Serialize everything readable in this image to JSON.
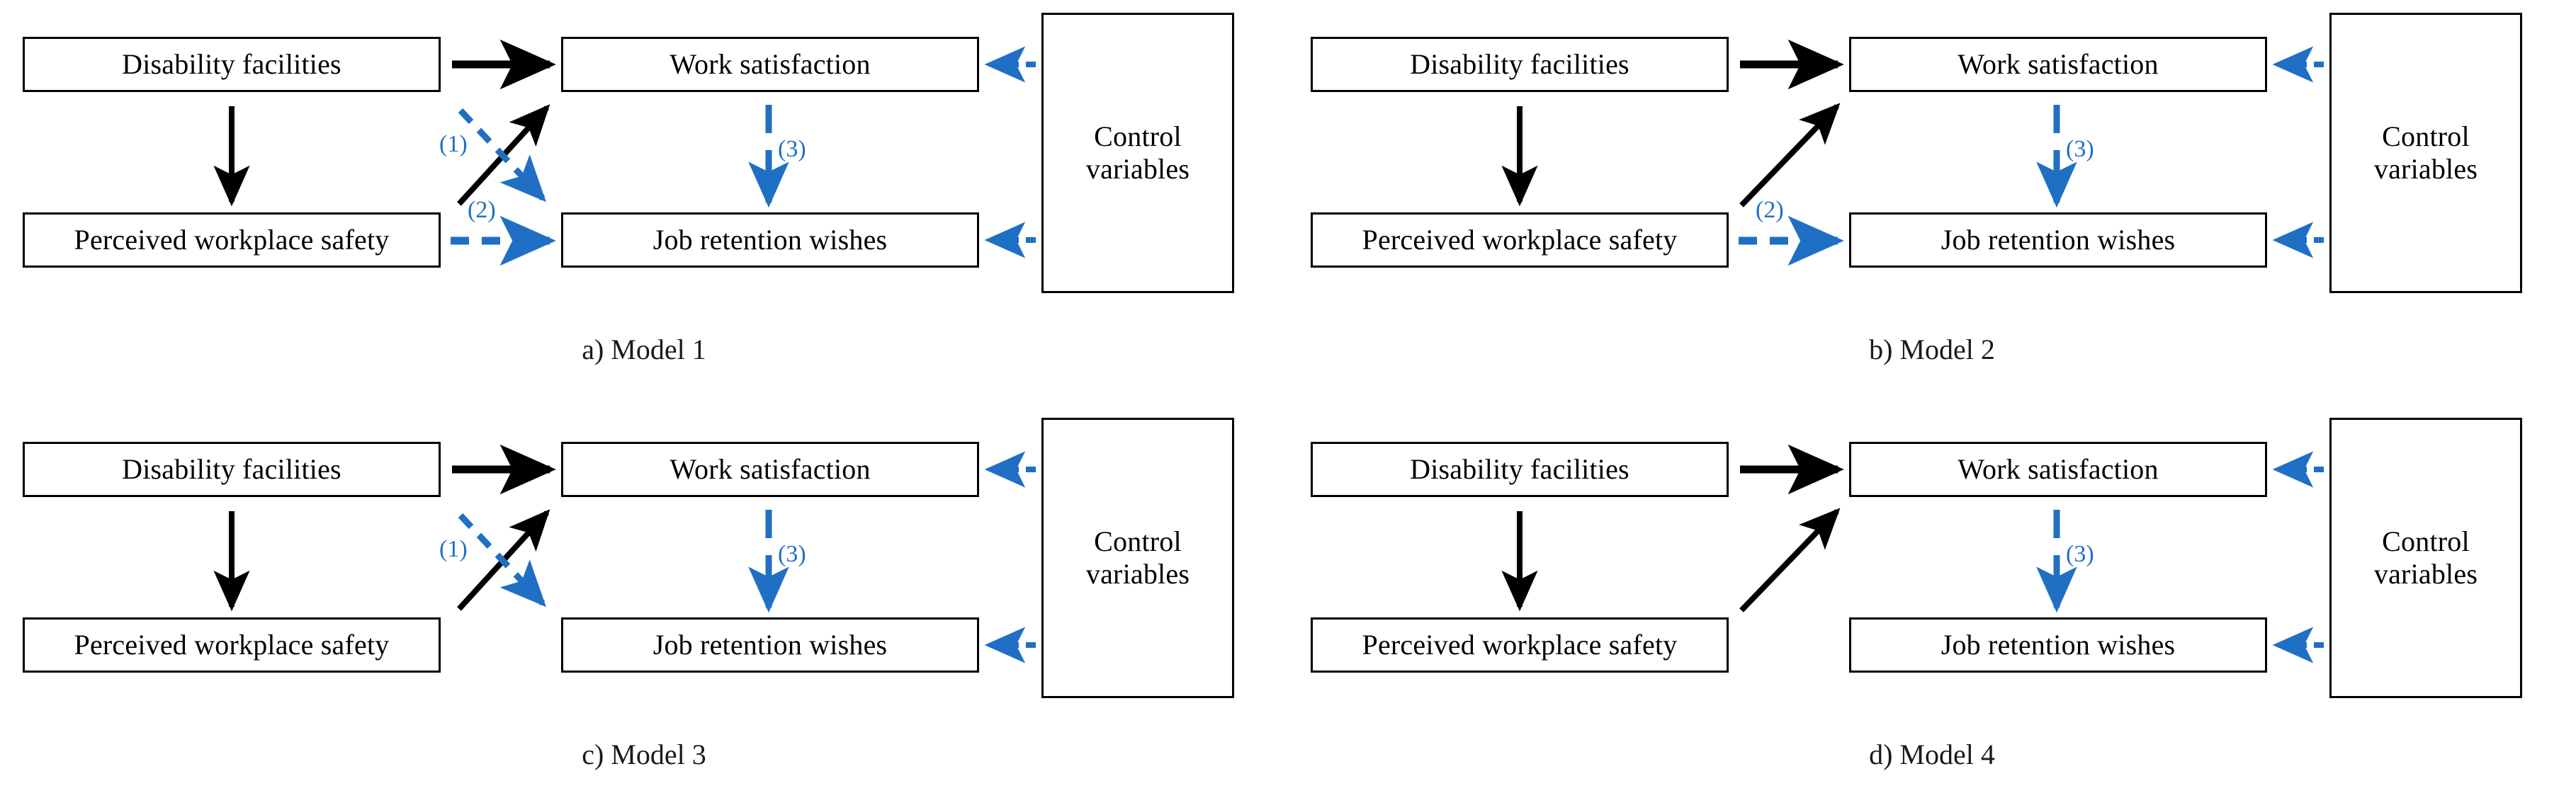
{
  "figure": {
    "accent_blue": "#1f6fc4",
    "line_black": "#000000",
    "background": "#ffffff"
  },
  "nodes": {
    "disability_facilities": "Disability facilities",
    "work_satisfaction": "Work satisfaction",
    "perceived_workplace_safety": "Perceived workplace safety",
    "job_retention_wishes": "Job retention wishes",
    "control_variables_line1": "Control",
    "control_variables_line2": "variables"
  },
  "path_labels": {
    "one": "(1)",
    "two": "(2)",
    "three": "(3)"
  },
  "panels": [
    {
      "id": "a",
      "caption": "a) Model 1",
      "edges": [
        {
          "name": "df-to-ws",
          "style": "solid-black",
          "label": ""
        },
        {
          "name": "df-to-pws",
          "style": "solid-black",
          "label": ""
        },
        {
          "name": "pws-to-ws",
          "style": "solid-black",
          "label": ""
        },
        {
          "name": "df-to-jrw",
          "style": "dashed-blue",
          "label": "(1)"
        },
        {
          "name": "pws-to-jrw",
          "style": "dashed-blue",
          "label": "(2)"
        },
        {
          "name": "ws-to-jrw",
          "style": "dashed-blue",
          "label": "(3)"
        },
        {
          "name": "cv-to-ws",
          "style": "dashed-blue",
          "label": ""
        },
        {
          "name": "cv-to-jrw",
          "style": "dashed-blue",
          "label": ""
        }
      ]
    },
    {
      "id": "b",
      "caption": "b) Model 2",
      "edges": [
        {
          "name": "df-to-ws",
          "style": "solid-black",
          "label": ""
        },
        {
          "name": "df-to-pws",
          "style": "solid-black",
          "label": ""
        },
        {
          "name": "pws-to-ws",
          "style": "solid-black",
          "label": ""
        },
        {
          "name": "pws-to-jrw",
          "style": "dashed-blue",
          "label": "(2)"
        },
        {
          "name": "ws-to-jrw",
          "style": "dashed-blue",
          "label": "(3)"
        },
        {
          "name": "cv-to-ws",
          "style": "dashed-blue",
          "label": ""
        },
        {
          "name": "cv-to-jrw",
          "style": "dashed-blue",
          "label": ""
        }
      ]
    },
    {
      "id": "c",
      "caption": "c) Model 3",
      "edges": [
        {
          "name": "df-to-ws",
          "style": "solid-black",
          "label": ""
        },
        {
          "name": "df-to-pws",
          "style": "solid-black",
          "label": ""
        },
        {
          "name": "pws-to-ws",
          "style": "solid-black",
          "label": ""
        },
        {
          "name": "df-to-jrw",
          "style": "dashed-blue",
          "label": "(1)"
        },
        {
          "name": "ws-to-jrw",
          "style": "dashed-blue",
          "label": "(3)"
        },
        {
          "name": "cv-to-ws",
          "style": "dashed-blue",
          "label": ""
        },
        {
          "name": "cv-to-jrw",
          "style": "dashed-blue",
          "label": ""
        }
      ]
    },
    {
      "id": "d",
      "caption": "d) Model 4",
      "edges": [
        {
          "name": "df-to-ws",
          "style": "solid-black",
          "label": ""
        },
        {
          "name": "df-to-pws",
          "style": "solid-black",
          "label": ""
        },
        {
          "name": "pws-to-ws",
          "style": "solid-black",
          "label": ""
        },
        {
          "name": "ws-to-jrw",
          "style": "dashed-blue",
          "label": "(3)"
        },
        {
          "name": "cv-to-ws",
          "style": "dashed-blue",
          "label": ""
        },
        {
          "name": "cv-to-jrw",
          "style": "dashed-blue",
          "label": ""
        }
      ]
    }
  ]
}
